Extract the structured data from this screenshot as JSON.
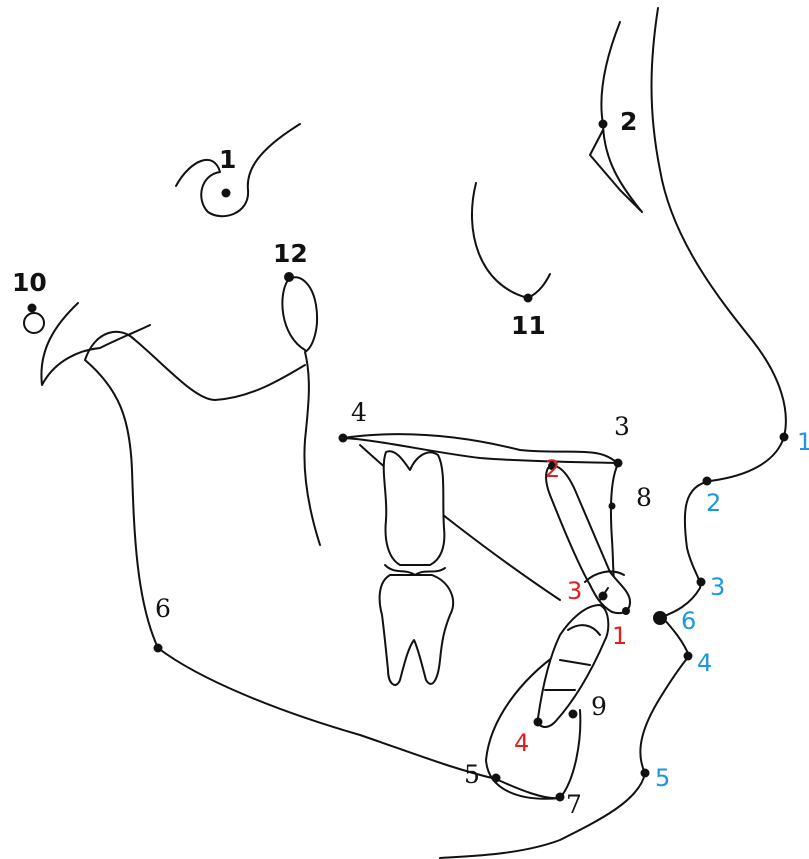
{
  "colors": {
    "ink": "#111111",
    "skeletal": "#111111",
    "dental": "#e02020",
    "soft_tissue": "#1e96e0"
  },
  "skeletal_labels": [
    "1",
    "2",
    "3",
    "4",
    "5",
    "6",
    "7",
    "8",
    "9",
    "10",
    "11",
    "12"
  ],
  "dental_labels": [
    "1",
    "2",
    "3",
    "4"
  ],
  "soft_tissue_labels": [
    "1",
    "2",
    "3",
    "4",
    "5",
    "6"
  ]
}
